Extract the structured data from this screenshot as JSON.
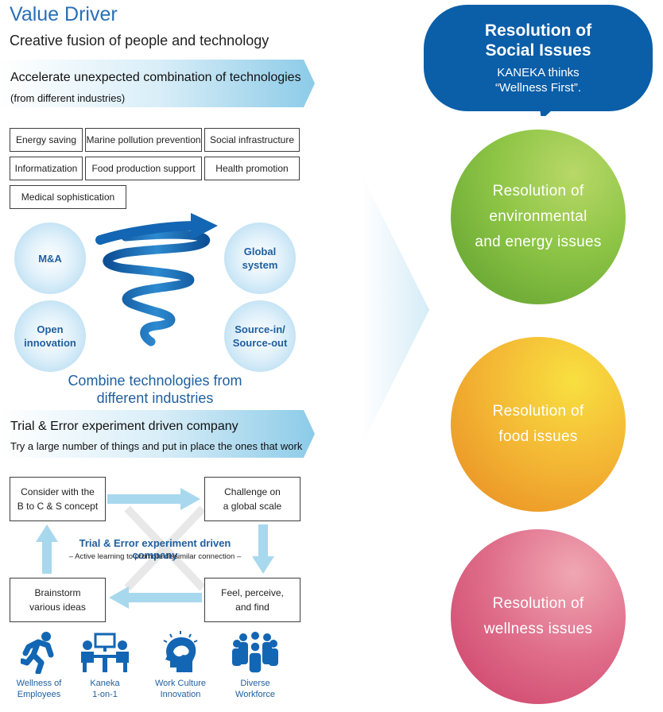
{
  "header": {
    "title": "Value Driver",
    "subtitle": "Creative fusion of people and technology"
  },
  "section1": {
    "line1": "Accelerate unexpected combination of technologies",
    "line2": "(from different industries)",
    "tags": [
      "Energy saving",
      "Marine pollution prevention",
      "Social infrastructure",
      "Informatization",
      "Food production support",
      "Health promotion",
      "Medical sophistication"
    ],
    "bubbles": [
      {
        "l1": "M&A",
        "l2": ""
      },
      {
        "l1": "Global",
        "l2": "system"
      },
      {
        "l1": "Open",
        "l2": "innovation"
      },
      {
        "l1": "Source-in/",
        "l2": "Source-out"
      }
    ],
    "combine_l1": "Combine technologies from",
    "combine_l2": "different industries"
  },
  "section2": {
    "line1": "Trial & Error experiment driven company",
    "line2": "Try a large number of things and put in place the ones that work",
    "boxes": {
      "consider_l1": "Consider with the",
      "consider_l2": "B to C & S concept",
      "challenge_l1": "Challenge on",
      "challenge_l2": "a global scale",
      "brainstorm_l1": "Brainstorm",
      "brainstorm_l2": "various ideas",
      "feel_l1": "Feel, perceive,",
      "feel_l2": "and find"
    },
    "cycle_title": "Trial & Error experiment driven company",
    "cycle_sub": "– Active learning to promote dissimilar connection –"
  },
  "icons": [
    {
      "icon": "running-person-icon",
      "l1": "Wellness of",
      "l2": "Employees"
    },
    {
      "icon": "meeting-icon",
      "l1": "Kaneka",
      "l2": "1-on-1"
    },
    {
      "icon": "brain-head-icon",
      "l1": "Work Culture",
      "l2": "Innovation"
    },
    {
      "icon": "group-people-icon",
      "l1": "Diverse",
      "l2": "Workforce"
    }
  ],
  "resolution": {
    "title_l1": "Resolution of",
    "title_l2": "Social Issues",
    "sub_l1": "KANEKA thinks",
    "sub_l2": "“Wellness First”.",
    "circles": [
      {
        "l1": "Resolution of",
        "l2": "environmental",
        "l3": "and energy issues"
      },
      {
        "l1": "Resolution of",
        "l2": "food issues"
      },
      {
        "l1": "Resolution of",
        "l2": "wellness issues"
      }
    ]
  },
  "colors": {
    "accent_blue": "#1e5f9f",
    "speech_blue": "#0b5ea8",
    "banner_light": "#b8ddf0",
    "green": "#7dba3c",
    "orange": "#f0a828",
    "pink": "#d9587a"
  }
}
